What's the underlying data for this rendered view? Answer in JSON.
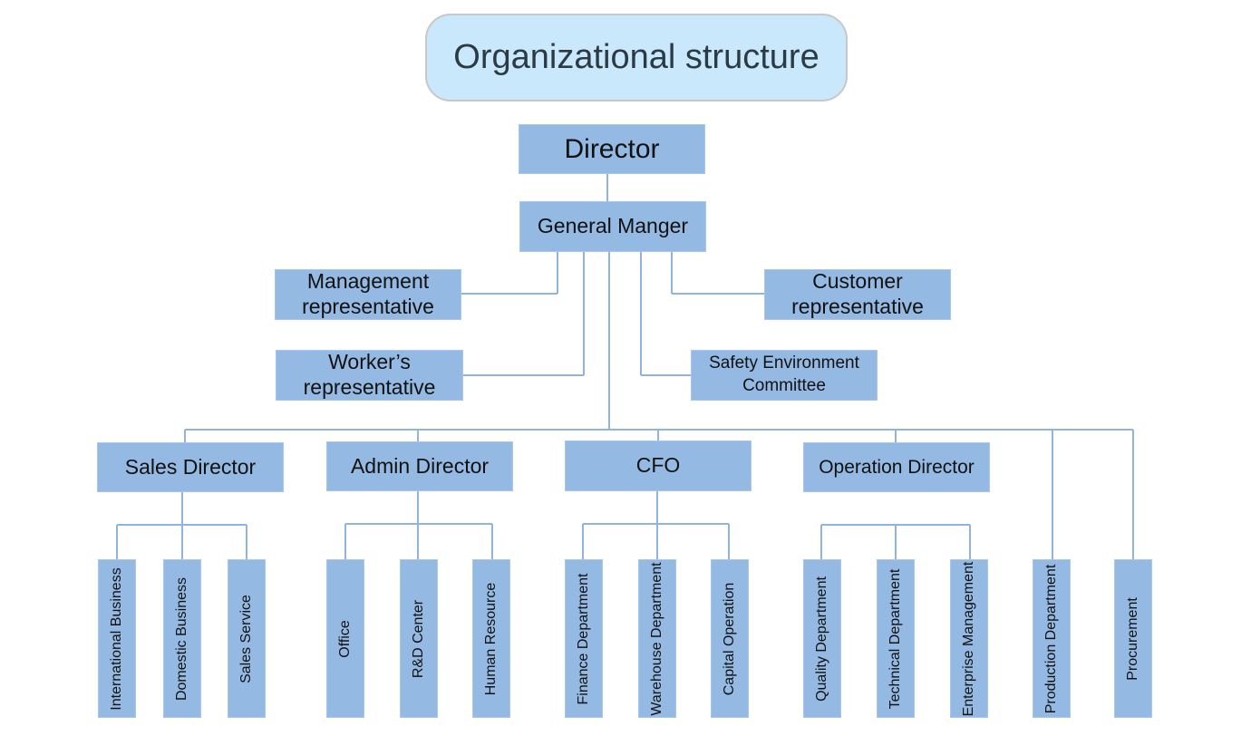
{
  "title": "Organizational structure",
  "director": "Director",
  "general_manager": "General Manger",
  "representatives": {
    "management": "Management representative",
    "customer": "Customer representative",
    "worker": "Worker’s representative",
    "safety": "Safety Environment Committee"
  },
  "directors": [
    {
      "label": "Sales Director",
      "departments": [
        "International Business",
        "Domestic Business",
        "Sales Service"
      ]
    },
    {
      "label": "Admin Director",
      "departments": [
        "Office",
        "R&D Center",
        "Human Resource"
      ]
    },
    {
      "label": "CFO",
      "departments": [
        "Finance Department",
        "Warehouse Department",
        "Capital Operation"
      ]
    },
    {
      "label": "Operation Director",
      "departments": [
        "Quality Department",
        "Technical Department",
        "Enterprise Management"
      ]
    }
  ],
  "direct_departments": [
    "Production Department",
    "Procurement"
  ],
  "colors": {
    "node_fill": "#94b9e2",
    "title_fill": "#c9e8fb",
    "connector": "#8fb4e0"
  }
}
